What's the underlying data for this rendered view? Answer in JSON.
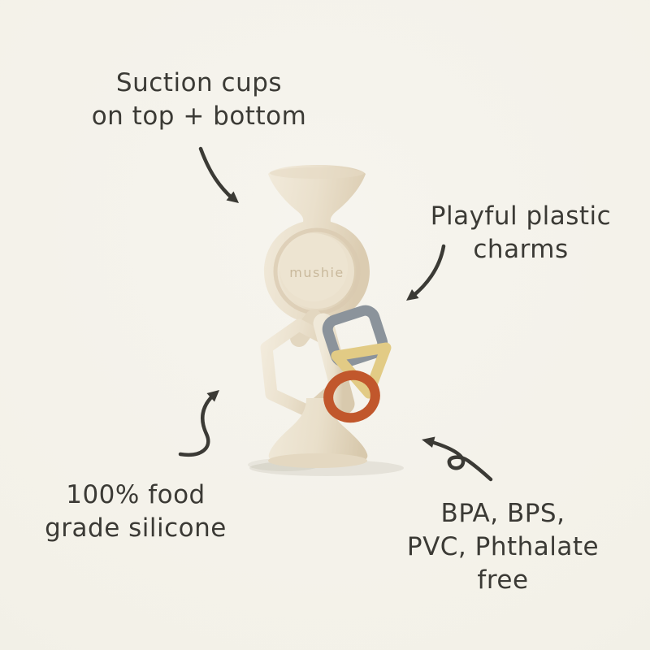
{
  "background_color": "#f4f2ea",
  "ink_color": "#3b3a35",
  "product": {
    "brand_logo": "mushie",
    "silicone_color": "#e9dfcb",
    "charm_colors": {
      "square": "#8b939b",
      "triangle": "#e2cb85",
      "ring": "#c1572c"
    }
  },
  "annotations": {
    "suction_cups": {
      "lines": [
        "Suction cups",
        "on top + bottom"
      ]
    },
    "charms": {
      "lines": [
        "Playful plastic",
        "charms"
      ]
    },
    "silicone": {
      "lines": [
        "100% food",
        "grade silicone"
      ]
    },
    "materials": {
      "lines": [
        "BPA, BPS,",
        "PVC, Phthalate",
        "free"
      ]
    }
  }
}
